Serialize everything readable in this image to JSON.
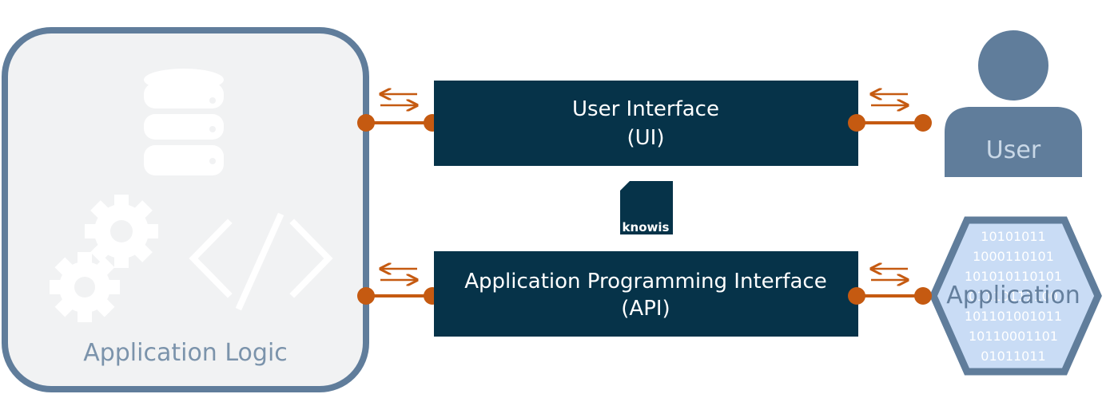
{
  "app_logic": {
    "label": "Application Logic",
    "icons": [
      "database-icon",
      "gears-icon",
      "code-brackets-icon"
    ]
  },
  "interfaces": {
    "ui": {
      "title": "User Interface",
      "subtitle": "(UI)"
    },
    "api": {
      "title": "Application Programming Interface",
      "subtitle": "(API)"
    }
  },
  "brand": {
    "name": "knowis"
  },
  "user": {
    "label": "User"
  },
  "application": {
    "label": "Application",
    "binary_lines": [
      "10101011",
      "1000110101",
      "101010110101",
      "01110111100",
      "101101001011",
      "10110001101",
      "01011011"
    ]
  },
  "colors": {
    "box_dark": "#063349",
    "frame_blue": "#607d9b",
    "panel_gray": "#f1f2f3",
    "connector_orange": "#c55a11",
    "hex_fill": "#c9dcf5",
    "logic_text": "#7b93ab"
  }
}
